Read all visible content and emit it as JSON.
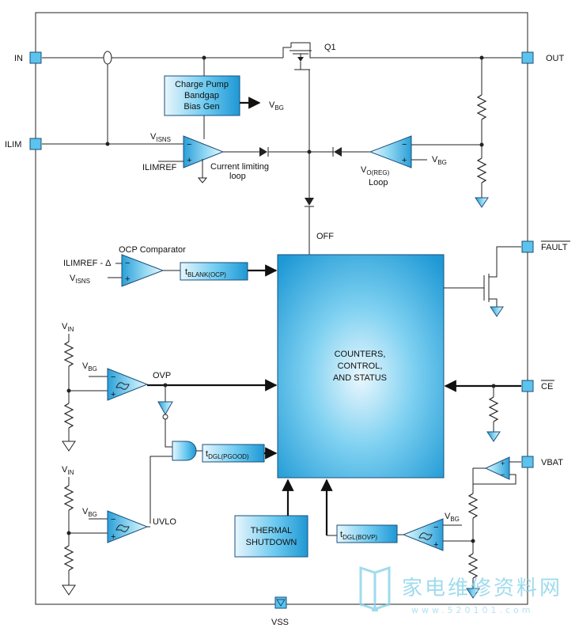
{
  "pins": {
    "in": "IN",
    "ilim": "ILIM",
    "out": "OUT",
    "fault": "FAULT",
    "ce": "CE",
    "vbat": "VBAT",
    "vss": "VSS"
  },
  "blocks": {
    "charge_pump": [
      "Charge Pump",
      "Bandgap",
      "Bias Gen"
    ],
    "control": [
      "COUNTERS,",
      "CONTROL,",
      "AND STATUS"
    ],
    "thermal": [
      "THERMAL",
      "SHUTDOWN"
    ],
    "t_blank": {
      "main": "t",
      "sub": "BLANK(OCP)"
    },
    "t_dgl_pgood": {
      "main": "t",
      "sub": "DGL(PGOOD)"
    },
    "t_dgl_bovp": {
      "main": "t",
      "sub": "DGL(BOVP)"
    }
  },
  "labels": {
    "q1": "Q1",
    "vbg": {
      "main": "V",
      "sub": "BG"
    },
    "visns": {
      "main": "V",
      "sub": "ISNS"
    },
    "ilimref": "ILIMREF",
    "current_loop": [
      "Current limiting",
      "loop"
    ],
    "vo_reg": {
      "main": "V",
      "sub": "O(REG)"
    },
    "loop": "Loop",
    "off": "OFF",
    "ocp_comparator": "OCP Comparator",
    "ilimref_delta": "ILIMREF - Δ",
    "vin": {
      "main": "V",
      "sub": "IN"
    },
    "ovp": "OVP",
    "uvlo": "UVLO"
  },
  "watermark": {
    "text": "家电维修资料网",
    "url": "www.520101.com"
  },
  "colors": {
    "block_light": "#e6f5fc",
    "block_mid": "#5cc3ec",
    "block_dark": "#1e97d2",
    "pin_fill": "#5cc3ec",
    "watermark": "#7fd0e8"
  }
}
